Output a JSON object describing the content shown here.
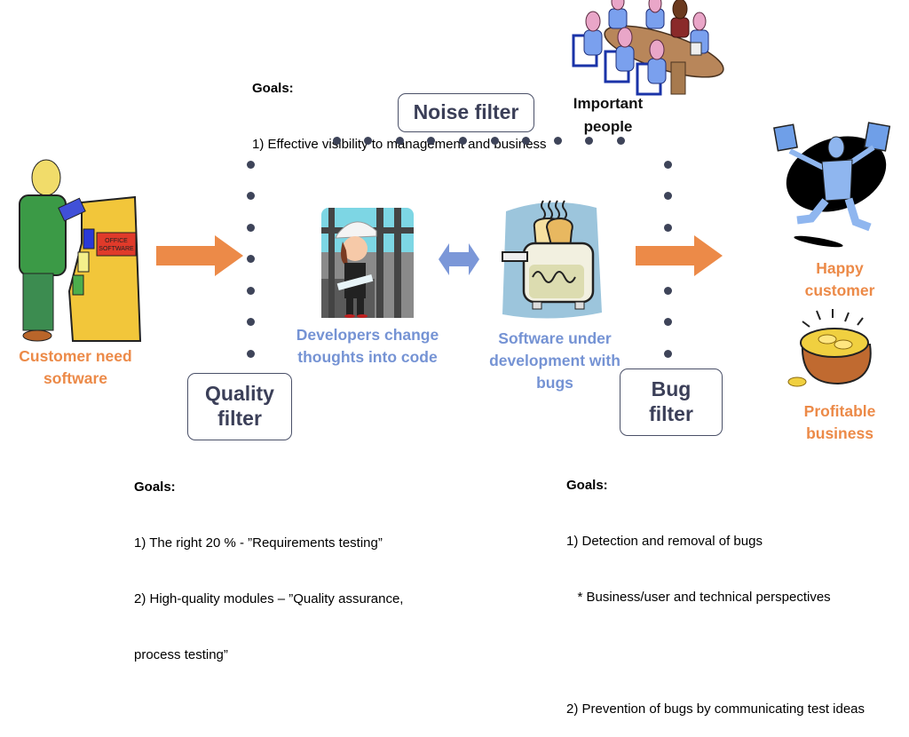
{
  "diagram": {
    "top_goals": {
      "heading": "Goals:",
      "items": [
        "1) Effective visibility to management and business"
      ]
    },
    "filters": {
      "noise": "Noise filter",
      "quality_line1": "Quality",
      "quality_line2": "filter",
      "bug_line1": "Bug",
      "bug_line2": "filter"
    },
    "nodes": {
      "important_people": {
        "line1": "Important",
        "line2": "people",
        "icon": "meeting-table-icon"
      },
      "customer_need": {
        "line1": "Customer need",
        "line2": "software",
        "icon": "customer-kiosk-icon"
      },
      "developers": {
        "line1": "Developers change",
        "line2": "thoughts into code",
        "icon": "developer-hardhat-icon"
      },
      "software_bugs": {
        "line1": "Software under",
        "line2": "development with",
        "line3": "bugs",
        "icon": "toaster-icon"
      },
      "happy_customer": {
        "line1": "Happy",
        "line2": "customer",
        "icon": "jumping-person-icon"
      },
      "profitable_business": {
        "line1": "Profitable",
        "line2": "business",
        "icon": "gold-pot-icon"
      }
    },
    "quality_goals": {
      "heading": "Goals:",
      "items": [
        "1) The right 20 % - ”Requirements testing”",
        "2) High-quality modules – ”Quality assurance,",
        "process testing”"
      ]
    },
    "bug_goals": {
      "heading": "Goals:",
      "items": [
        "1) Detection and removal of bugs",
        "   * Business/user and technical perspectives",
        "",
        "2) Prevention of bugs by communicating test ideas"
      ]
    },
    "colors": {
      "orange": "#ec8a48",
      "blue_text": "#7593d4",
      "filter_border": "#4a5068",
      "dots": "#3e4459",
      "double_arrow": "#7b97d8"
    }
  }
}
